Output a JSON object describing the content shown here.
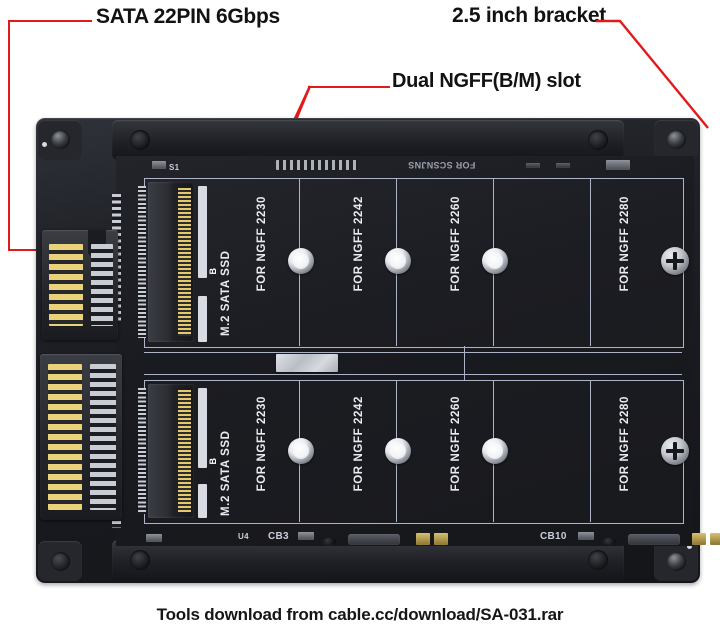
{
  "image": {
    "subject": "Dual NGFF M.2 B+M key SSD to SATA III 2.5 inch adapter card with bracket",
    "background_color": "#ffffff"
  },
  "annotations": {
    "accent_color": "#e01b1b",
    "items": [
      {
        "id": "sata",
        "label": "SATA 22PIN 6Gbps",
        "points_to": "sata-connector"
      },
      {
        "id": "bracket",
        "label": "2.5 inch bracket",
        "points_to": "bracket-corner"
      },
      {
        "id": "dual_slot",
        "label": "Dual NGFF(B/M) slot",
        "points_to": "m2-slots"
      }
    ]
  },
  "caption": {
    "text": "Tools download from cable.cc/download/SA-031.rar"
  },
  "board": {
    "silkscreen": {
      "ssd_label": "M.2 SATA SSD",
      "key_label": "B",
      "size_labels": [
        "FOR NGFF 2230",
        "FOR NGFF 2242",
        "FOR NGFF 2260",
        "FOR NGFF 2280"
      ],
      "refs": [
        "S1",
        "U4",
        "CB3",
        "CB10",
        "FOR SCSNJNS"
      ]
    },
    "slots": [
      {
        "id": "upper",
        "ssd_label": "M.2 SATA SSD",
        "key_label": "B",
        "positions": [
          "FOR NGFF 2230",
          "FOR NGFF 2242",
          "FOR NGFF 2260",
          "FOR NGFF 2280"
        ],
        "mounted_screw_at": "FOR NGFF 2280"
      },
      {
        "id": "lower",
        "ssd_label": "M.2 SATA SSD",
        "key_label": "B",
        "positions": [
          "FOR NGFF 2230",
          "FOR NGFF 2242",
          "FOR NGFF 2260",
          "FOR NGFF 2280"
        ],
        "mounted_screw_at": "FOR NGFF 2280"
      }
    ],
    "connectors": {
      "sata_data_pins": 7,
      "sata_power_pins": 15,
      "total_pins": "22PIN",
      "interface": "6Gbps"
    },
    "colors": {
      "pcb": "#1a1b20",
      "bracket": "#212329",
      "silkscreen": "#aeb4c8",
      "gold_pins": "#e9d27a",
      "silver_pins": "#c9ccd3"
    }
  }
}
